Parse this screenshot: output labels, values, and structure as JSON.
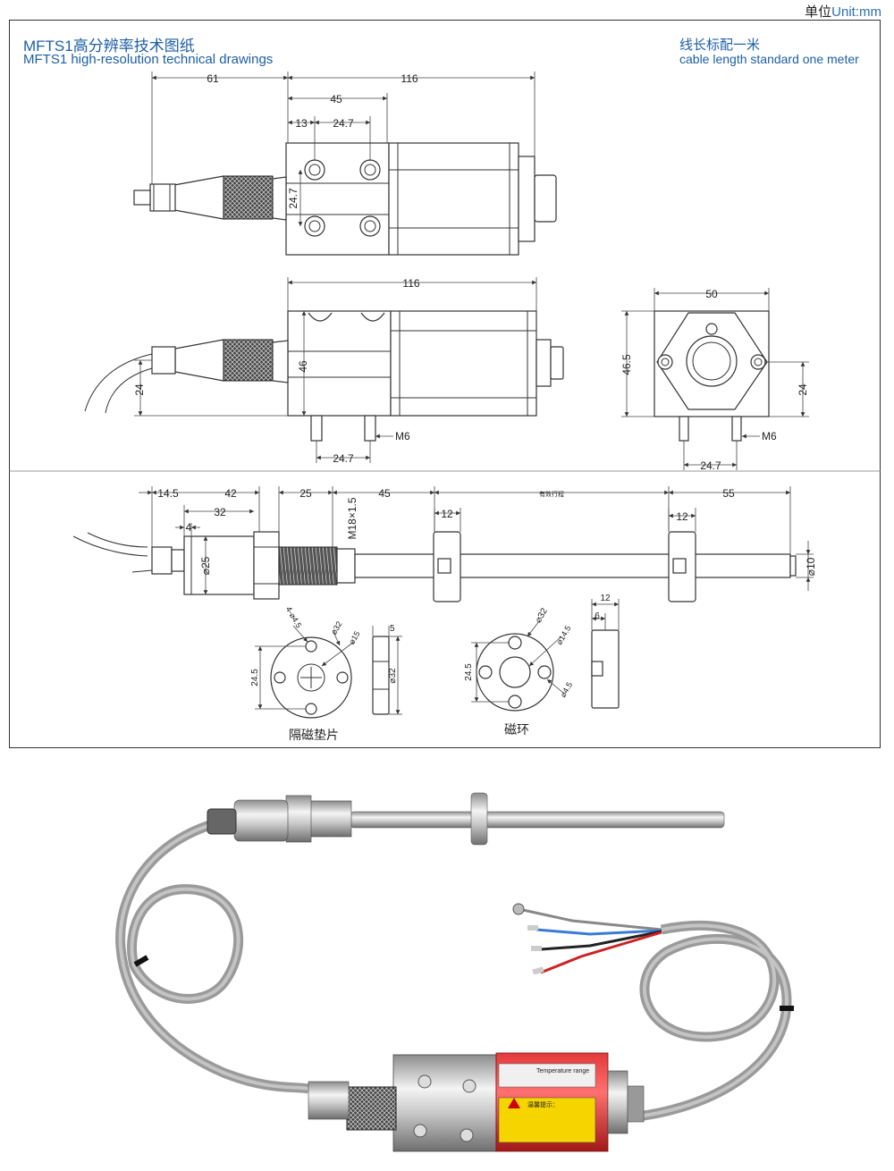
{
  "header": {
    "unit_label_cn": "单位",
    "unit_label_en": "Unit:mm"
  },
  "title": {
    "cn": "MFTS1高分辨率技术图纸",
    "en": "MFTS1 high-resolution technical drawings"
  },
  "note": {
    "cn": "线长标配一米",
    "en": "cable length standard one meter"
  },
  "top_view": {
    "d_61": "61",
    "d_116": "116",
    "d_45": "45",
    "d_13": "13",
    "d_24_7_h": "24.7",
    "d_24_7_v": "24.7"
  },
  "side_view": {
    "d_116": "116",
    "d_46": "46",
    "d_24": "24",
    "d_24_7": "24.7",
    "thread": "M6"
  },
  "end_view": {
    "d_50": "50",
    "d_46_5": "46.5",
    "d_24": "24",
    "d_24_7": "24.7",
    "thread": "M6"
  },
  "rod_view": {
    "d_14_5": "14.5",
    "d_42": "42",
    "d_25": "25",
    "d_45": "45",
    "d_stroke": "有效行程",
    "d_55": "55",
    "d_4": "4",
    "d_32": "32",
    "d_phi25": "⌀25",
    "thread": "M18×1.5",
    "d_12a": "12",
    "d_12b": "12",
    "d_phi10": "⌀10"
  },
  "spacer": {
    "label": "隔磁垫片",
    "holes": "4-⌀4.5",
    "d_phi32": "⌀32",
    "d_phi15": "⌀15",
    "d_24_5": "24.5",
    "d_5": "5",
    "d_phi32_side": "⌀32"
  },
  "ring": {
    "label": "磁环",
    "d_phi32": "⌀32",
    "d_phi14_5": "⌀14.5",
    "d_phi4_5": "⌀4.5",
    "d_24_5": "24.5",
    "d_12": "12",
    "d_6": "6"
  },
  "photo": {
    "label_warning": "温馨提示：",
    "label_spec": "Temperature range"
  }
}
